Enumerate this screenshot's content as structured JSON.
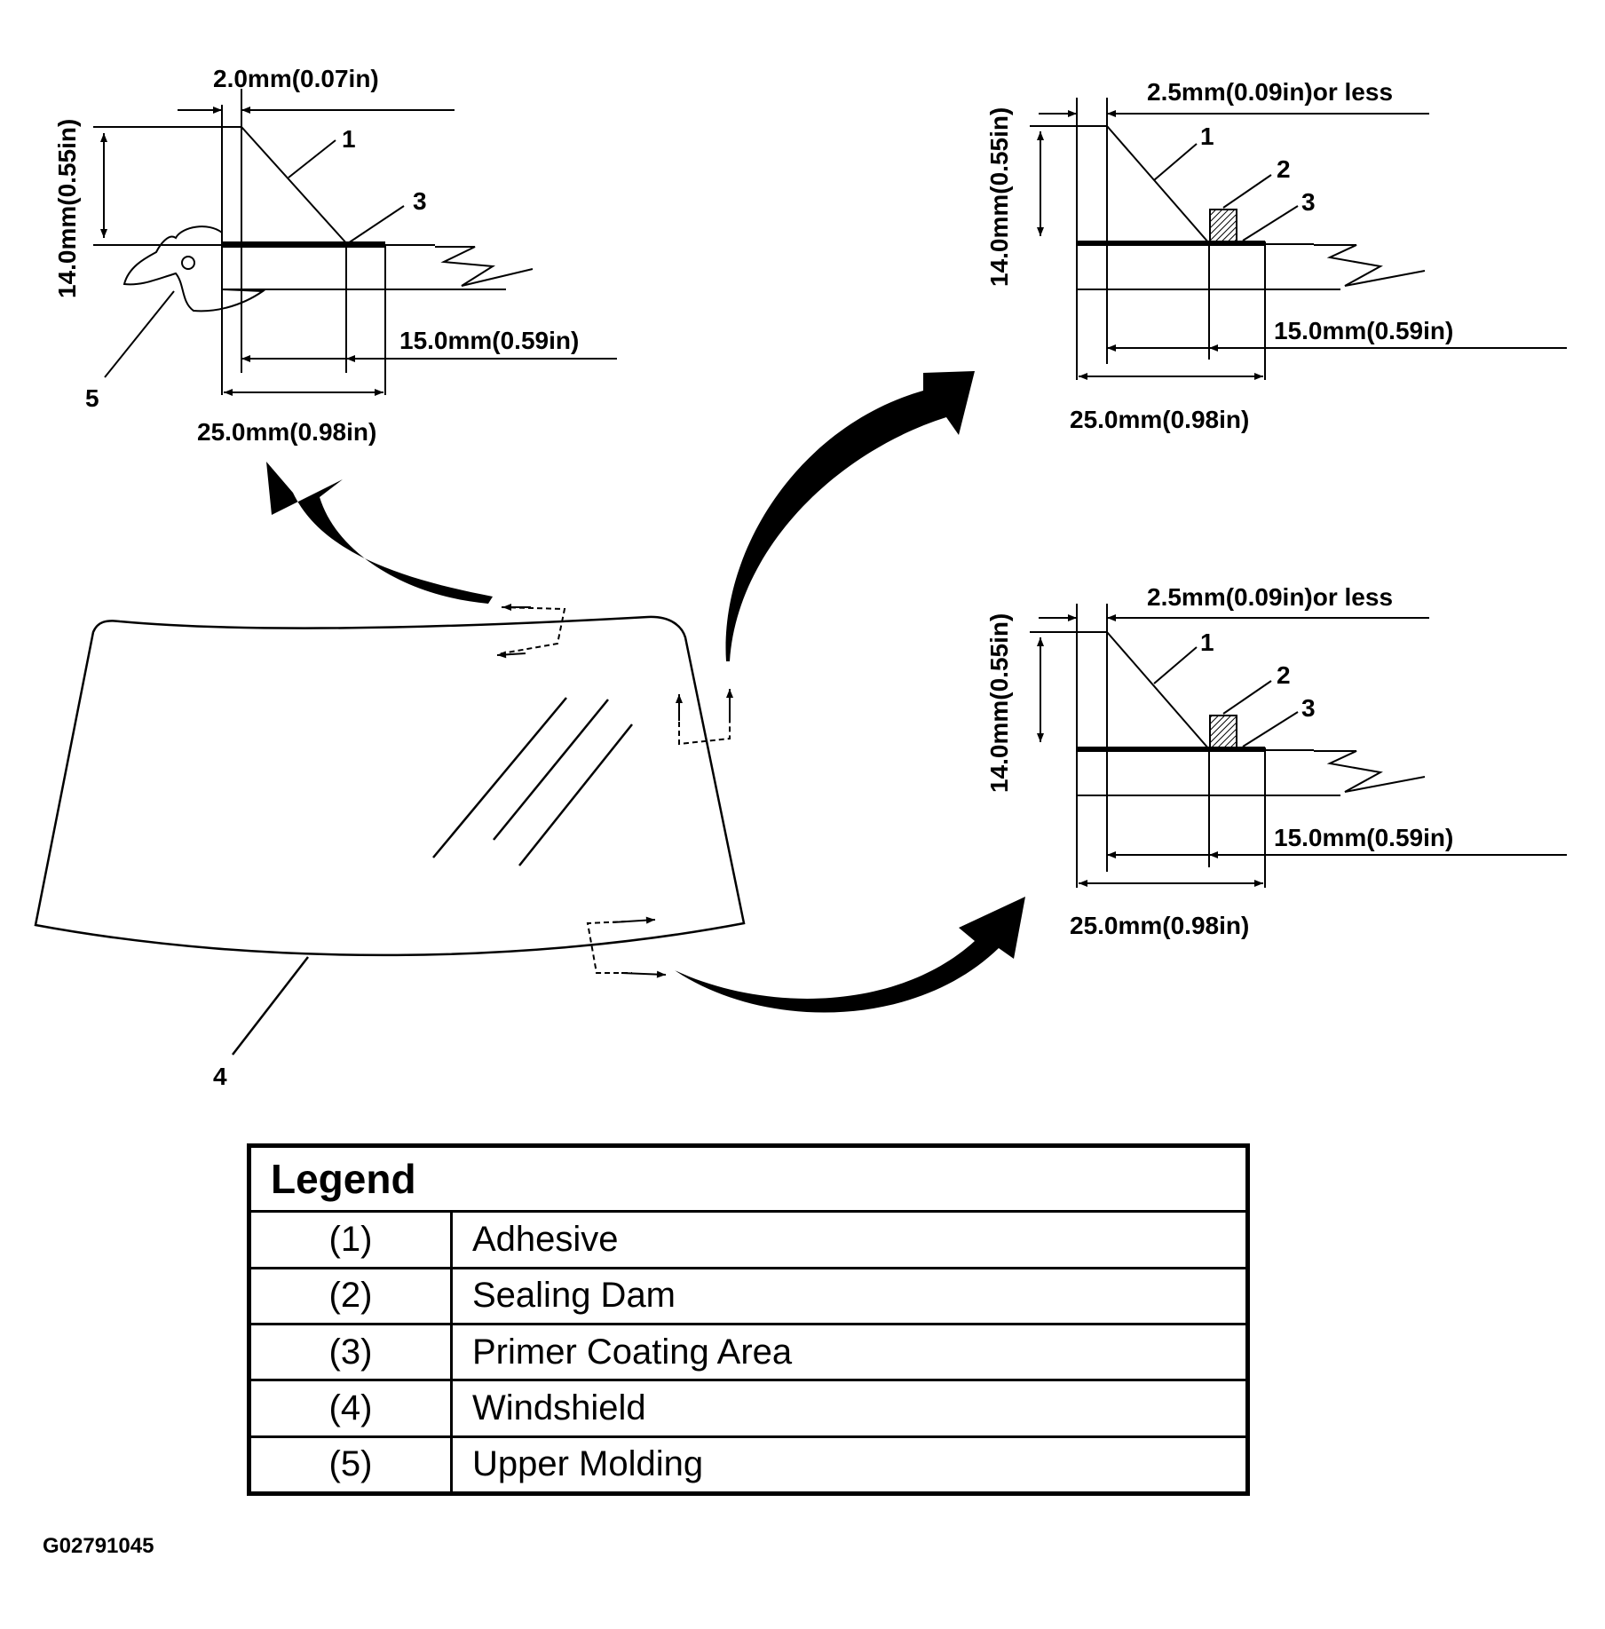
{
  "detail_upper": {
    "dim_gap": "2.0mm(0.07in)",
    "dim_height": "14.0mm(0.55in)",
    "dim_inner": "15.0mm(0.59in)",
    "dim_total": "25.0mm(0.98in)",
    "callouts": [
      "1",
      "3",
      "5"
    ]
  },
  "detail_side": {
    "dim_gap": "2.5mm(0.09in)or less",
    "dim_height": "14.0mm(0.55in)",
    "dim_inner": "15.0mm(0.59in)",
    "dim_total": "25.0mm(0.98in)",
    "callouts": [
      "1",
      "2",
      "3"
    ]
  },
  "detail_lower": {
    "dim_gap": "2.5mm(0.09in)or less",
    "dim_height": "14.0mm(0.55in)",
    "dim_inner": "15.0mm(0.59in)",
    "dim_total": "25.0mm(0.98in)",
    "callouts": [
      "1",
      "2",
      "3"
    ]
  },
  "windshield_callout": "4",
  "legend": {
    "title": "Legend",
    "rows": [
      {
        "num": "(1)",
        "label": "Adhesive"
      },
      {
        "num": "(2)",
        "label": "Sealing Dam"
      },
      {
        "num": "(3)",
        "label": "Primer Coating Area"
      },
      {
        "num": "(4)",
        "label": "Windshield"
      },
      {
        "num": "(5)",
        "label": "Upper Molding"
      }
    ]
  },
  "figure_id": "G02791045"
}
